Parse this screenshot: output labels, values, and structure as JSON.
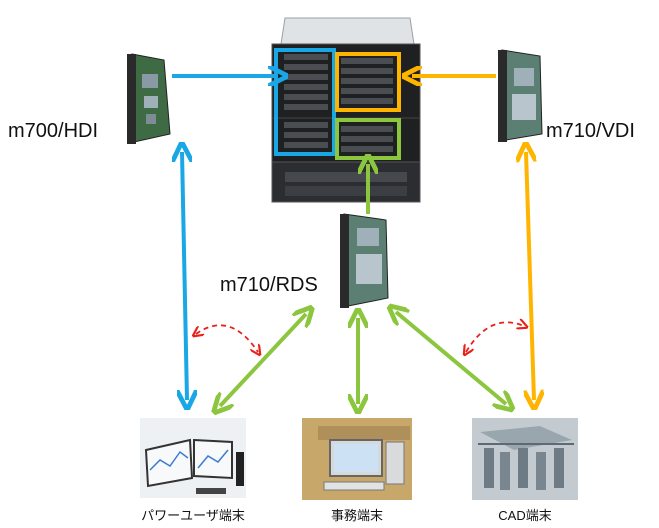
{
  "labels": {
    "m700": "m700/HDI",
    "m710_vdi": "m710/VDI",
    "m710_rds": "m710/RDS",
    "power_user": "パワーユーザ端末",
    "office": "事務端末",
    "cad": "CAD端末"
  },
  "colors": {
    "blue": "#1aa7e6",
    "orange": "#ffb400",
    "green": "#8cc63f",
    "red_dashed": "#e8221b"
  }
}
